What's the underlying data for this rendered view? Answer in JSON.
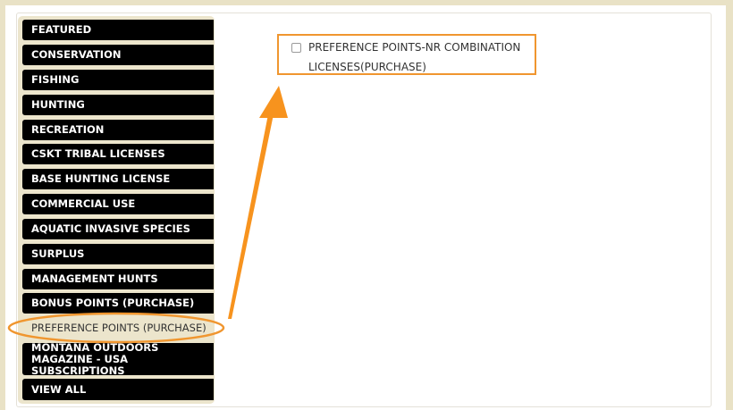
{
  "sidebar": {
    "items": [
      {
        "label": "FEATURED"
      },
      {
        "label": "CONSERVATION"
      },
      {
        "label": "FISHING"
      },
      {
        "label": "HUNTING"
      },
      {
        "label": "RECREATION"
      },
      {
        "label": "CSKT TRIBAL LICENSES"
      },
      {
        "label": "BASE HUNTING LICENSE"
      },
      {
        "label": "COMMERCIAL USE"
      },
      {
        "label": "AQUATIC INVASIVE SPECIES"
      },
      {
        "label": "SURPLUS"
      },
      {
        "label": "MANAGEMENT HUNTS"
      },
      {
        "label": "BONUS POINTS (PURCHASE)"
      },
      {
        "label": "PREFERENCE POINTS (PURCHASE)",
        "active": true
      },
      {
        "label": "MONTANA OUTDOORS MAGAZINE - USA SUBSCRIPTIONS"
      },
      {
        "label": "VIEW ALL"
      }
    ]
  },
  "content": {
    "items": [
      {
        "label": "PREFERENCE POINTS-NR COMBINATION LICENSES(PURCHASE)",
        "checked": false
      }
    ]
  },
  "annotations": {
    "highlight_color": "#f0962f",
    "arrow_color": "#f7931e"
  }
}
